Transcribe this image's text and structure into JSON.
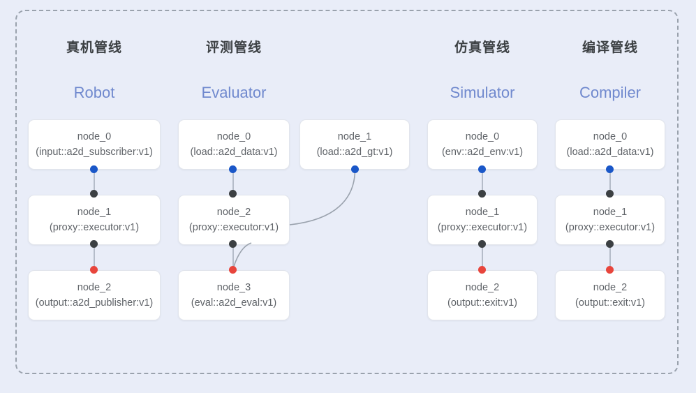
{
  "diagram": {
    "background_color": "#e9edf8",
    "frame_border_color": "#9aa2ad",
    "dot_colors": {
      "input": "#1a57c8",
      "internal": "#3c4043",
      "output": "#e8453c"
    },
    "subtitle_color": "#7089ce"
  },
  "columns": [
    {
      "title": "真机管线",
      "subtitle": "Robot",
      "nodes": [
        {
          "name": "node_0",
          "type": "(input::a2d_subscriber:v1)"
        },
        {
          "name": "node_1",
          "type": "(proxy::executor:v1)"
        },
        {
          "name": "node_2",
          "type": "(output::a2d_publisher:v1)"
        }
      ]
    },
    {
      "title": "评测管线",
      "subtitle": "Evaluator",
      "nodes": [
        {
          "name": "node_0",
          "type": "(load::a2d_data:v1)"
        },
        {
          "name": "node_2",
          "type": "(proxy::executor:v1)"
        },
        {
          "name": "node_3",
          "type": "(eval::a2d_eval:v1)"
        }
      ],
      "side_node": {
        "name": "node_1",
        "type": "(load::a2d_gt:v1)"
      }
    },
    {
      "title": "仿真管线",
      "subtitle": "Simulator",
      "nodes": [
        {
          "name": "node_0",
          "type": "(env::a2d_env:v1)"
        },
        {
          "name": "node_1",
          "type": "(proxy::executor:v1)"
        },
        {
          "name": "node_2",
          "type": "(output::exit:v1)"
        }
      ]
    },
    {
      "title": "编译管线",
      "subtitle": "Compiler",
      "nodes": [
        {
          "name": "node_0",
          "type": "(load::a2d_data:v1)"
        },
        {
          "name": "node_1",
          "type": "(proxy::executor:v1)"
        },
        {
          "name": "node_2",
          "type": "(output::exit:v1)"
        }
      ]
    }
  ]
}
